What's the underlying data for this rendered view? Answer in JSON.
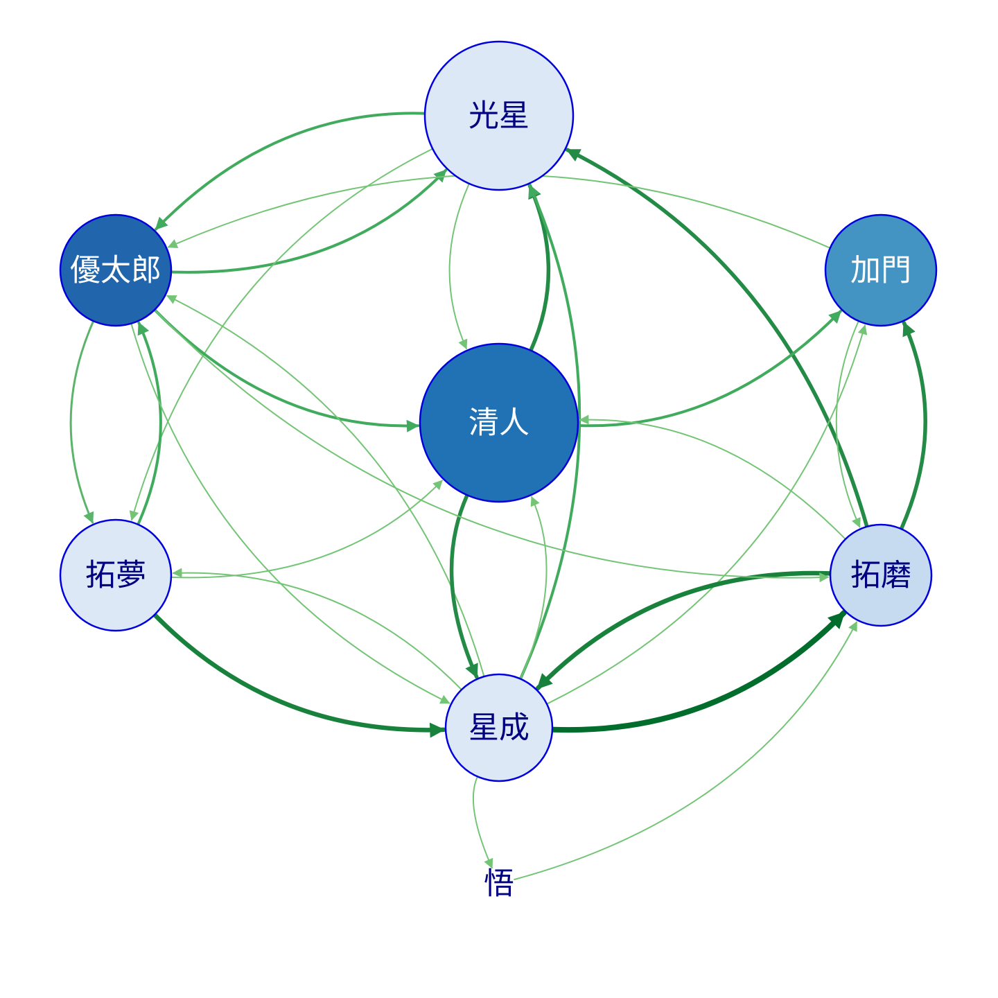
{
  "colors": {
    "node_stroke": "#0000dd",
    "label_dark": "#000080",
    "label_light": "#ffffff"
  },
  "nodes": [
    {
      "id": "kosei",
      "label": "光星",
      "fill": "#dce8f5",
      "label_color": "dark"
    },
    {
      "id": "yutaro",
      "label": "優太郎",
      "fill": "#2166ac",
      "label_color": "light"
    },
    {
      "id": "kamon",
      "label": "加門",
      "fill": "#4393c3",
      "label_color": "light"
    },
    {
      "id": "kiyoto",
      "label": "清人",
      "fill": "#2171b5",
      "label_color": "light"
    },
    {
      "id": "takumu",
      "label": "拓夢",
      "fill": "#dce8f5",
      "label_color": "dark"
    },
    {
      "id": "takuma",
      "label": "拓磨",
      "fill": "#c6dbef",
      "label_color": "dark"
    },
    {
      "id": "seisei",
      "label": "星成",
      "fill": "#dce8f5",
      "label_color": "dark"
    },
    {
      "id": "satoru",
      "label": "悟",
      "fill": "none",
      "label_color": "dark"
    }
  ],
  "edges": [
    {
      "from": "yutaro",
      "to": "kosei",
      "weight": 3
    },
    {
      "from": "kosei",
      "to": "yutaro",
      "weight": 3
    },
    {
      "from": "kosei",
      "to": "takumu",
      "weight": 1
    },
    {
      "from": "kosei",
      "to": "kiyoto",
      "weight": 1
    },
    {
      "from": "kiyoto",
      "to": "kosei",
      "weight": 4
    },
    {
      "from": "seisei",
      "to": "kosei",
      "weight": 3
    },
    {
      "from": "takuma",
      "to": "kosei",
      "weight": 4
    },
    {
      "from": "yutaro",
      "to": "kiyoto",
      "weight": 3
    },
    {
      "from": "yutaro",
      "to": "takumu",
      "weight": 2
    },
    {
      "from": "takumu",
      "to": "yutaro",
      "weight": 3
    },
    {
      "from": "yutaro",
      "to": "seisei",
      "weight": 1
    },
    {
      "from": "seisei",
      "to": "yutaro",
      "weight": 1
    },
    {
      "from": "kamon",
      "to": "yutaro",
      "weight": 1
    },
    {
      "from": "kiyoto",
      "to": "kamon",
      "weight": 3
    },
    {
      "from": "takuma",
      "to": "kamon",
      "weight": 4
    },
    {
      "from": "kamon",
      "to": "takuma",
      "weight": 1
    },
    {
      "from": "seisei",
      "to": "kamon",
      "weight": 1
    },
    {
      "from": "takumu",
      "to": "kiyoto",
      "weight": 1
    },
    {
      "from": "takuma",
      "to": "kiyoto",
      "weight": 1
    },
    {
      "from": "seisei",
      "to": "kiyoto",
      "weight": 1
    },
    {
      "from": "kiyoto",
      "to": "seisei",
      "weight": 4
    },
    {
      "from": "takumu",
      "to": "seisei",
      "weight": 5
    },
    {
      "from": "seisei",
      "to": "takumu",
      "weight": 1
    },
    {
      "from": "seisei",
      "to": "takuma",
      "weight": 6
    },
    {
      "from": "takuma",
      "to": "seisei",
      "weight": 5
    },
    {
      "from": "yutaro",
      "to": "takuma",
      "weight": 1
    },
    {
      "from": "seisei",
      "to": "satoru",
      "weight": 1
    },
    {
      "from": "satoru",
      "to": "takuma",
      "weight": 1
    }
  ]
}
